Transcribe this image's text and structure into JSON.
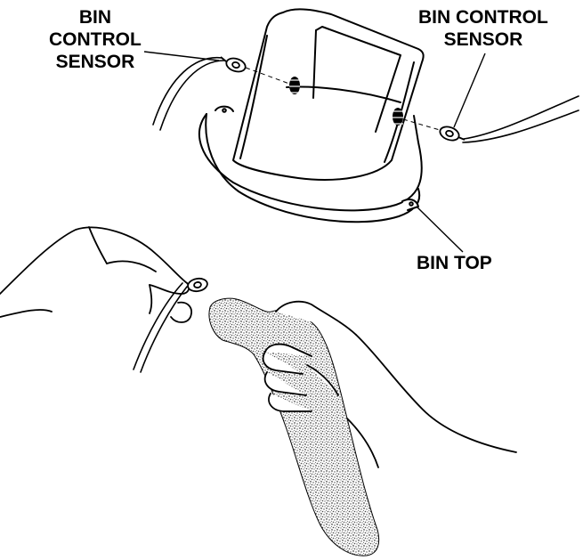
{
  "labels": {
    "sensor_left": [
      "BIN",
      "CONTROL",
      "SENSOR"
    ],
    "sensor_right": [
      "BIN CONTROL",
      "SENSOR"
    ],
    "bin_top": "BIN TOP"
  },
  "colors": {
    "line": "#000000",
    "background": "#ffffff",
    "cloth": "#4a4a4a"
  }
}
